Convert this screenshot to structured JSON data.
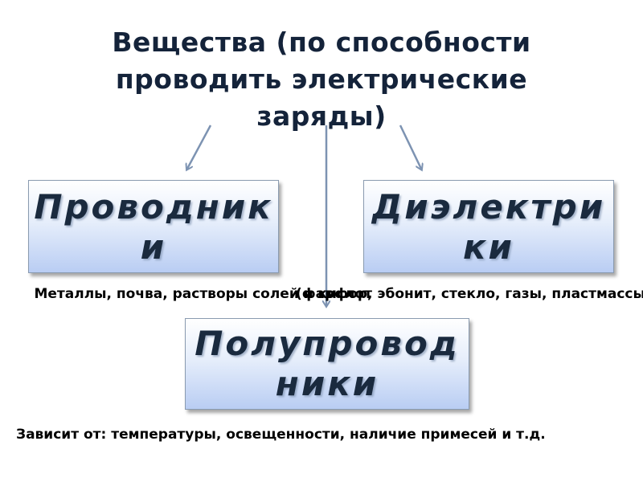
{
  "title": {
    "lines": [
      "Вещества (по способности",
      "проводить электрические",
      "заряды)"
    ]
  },
  "boxes": {
    "conductors": {
      "lines": [
        "Проводник",
        "и"
      ]
    },
    "dielectrics": {
      "lines": [
        "Диэлектри",
        "ки"
      ]
    },
    "semiconductors": {
      "lines": [
        "Полупровод",
        "ники"
      ]
    }
  },
  "captions": {
    "conductors": "Металлы, почва, растворы солей и кислот",
    "dielectrics": "(фарфор, эбонит, стекло, газы, пластмассы)",
    "semiconductors": "Зависит от: температуры, освещенности, наличие примесей и т.д."
  },
  "colors": {
    "title": "#14233a",
    "box_text": "#1a2a3e",
    "arrow": "#7d93b2"
  }
}
